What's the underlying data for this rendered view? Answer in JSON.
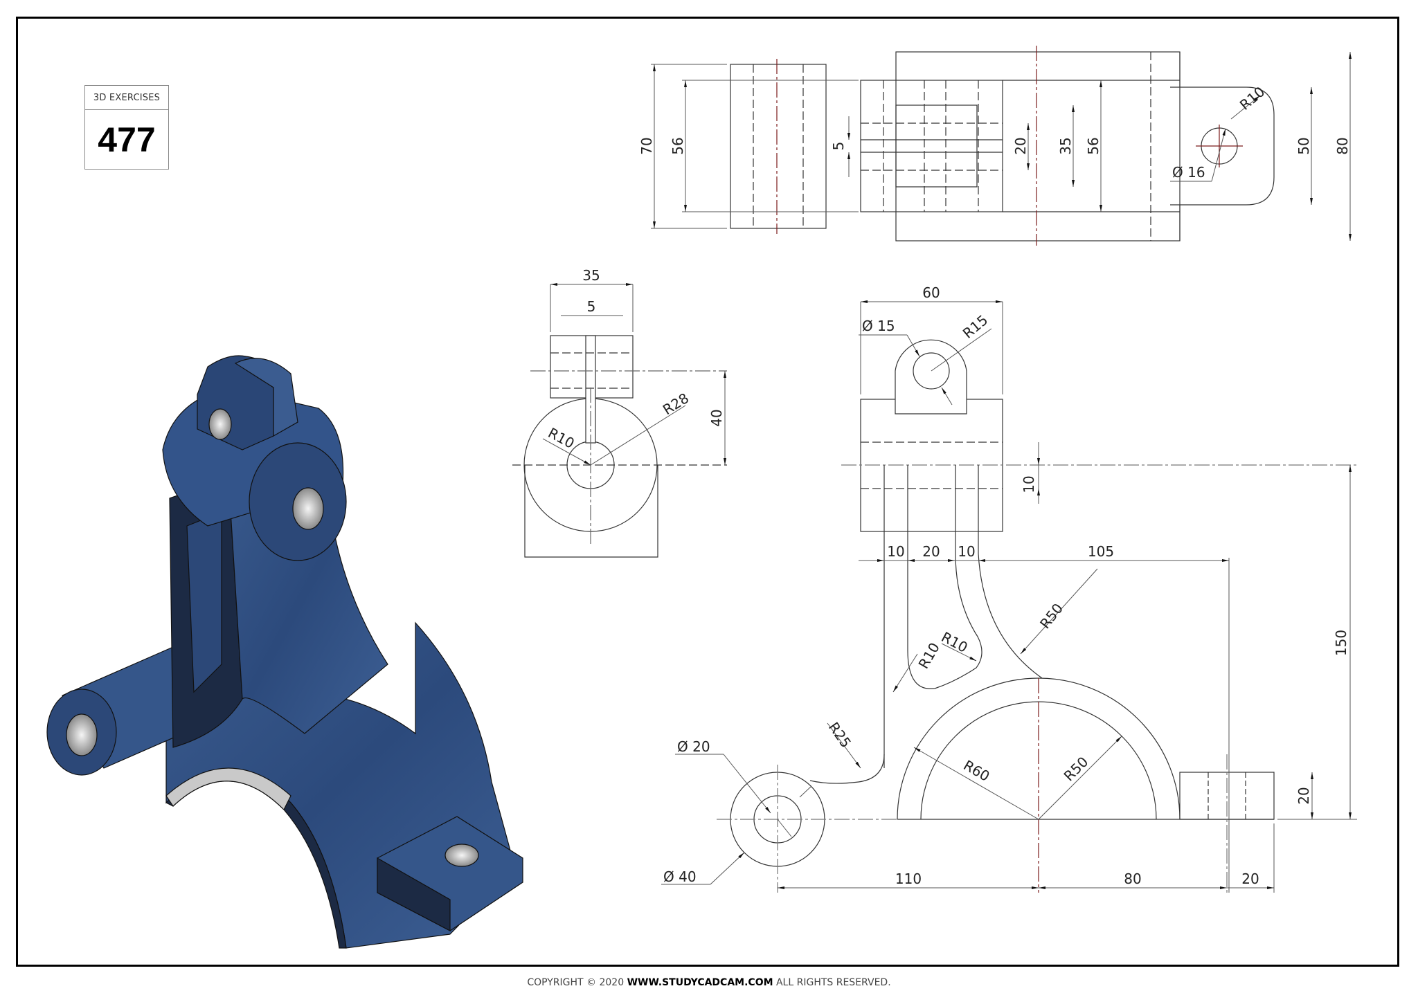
{
  "badge": {
    "category": "3D EXERCISES",
    "number": "477"
  },
  "footer": {
    "prefix": "COPYRIGHT © 2020 ",
    "site": "WWW.STUDYCADCAM.COM",
    "suffix": " ALL RIGHTS RESERVED."
  },
  "colors": {
    "part_blue": "#2f4f80",
    "part_dark": "#1c2a44",
    "line": "#222222",
    "centerline_red": "#7a1a1a",
    "frame": "#000000"
  },
  "views": {
    "top": {
      "dims": {
        "d70": "70",
        "d56a": "56",
        "d5": "5",
        "d20": "20",
        "d35": "35",
        "d56b": "56",
        "r10": "R10",
        "dia16": "Ø 16",
        "d50": "50",
        "d80": "80"
      }
    },
    "side": {
      "dims": {
        "d35": "35",
        "d5": "5",
        "r28": "R28",
        "r10": "R10",
        "d40": "40"
      }
    },
    "front": {
      "dims": {
        "d60": "60",
        "dia15": "Ø 15",
        "r15": "R15",
        "d10v": "10",
        "d10a": "10",
        "d20": "20",
        "d10b": "10",
        "d105": "105",
        "d150": "150",
        "r50top": "R50",
        "r10a": "R10",
        "r10b": "R10",
        "r25": "R25",
        "dia20": "Ø 20",
        "dia40": "Ø 40",
        "r60": "R60",
        "r50": "R50",
        "d20v": "20",
        "d110": "110",
        "d80": "80",
        "d20h": "20"
      }
    }
  }
}
